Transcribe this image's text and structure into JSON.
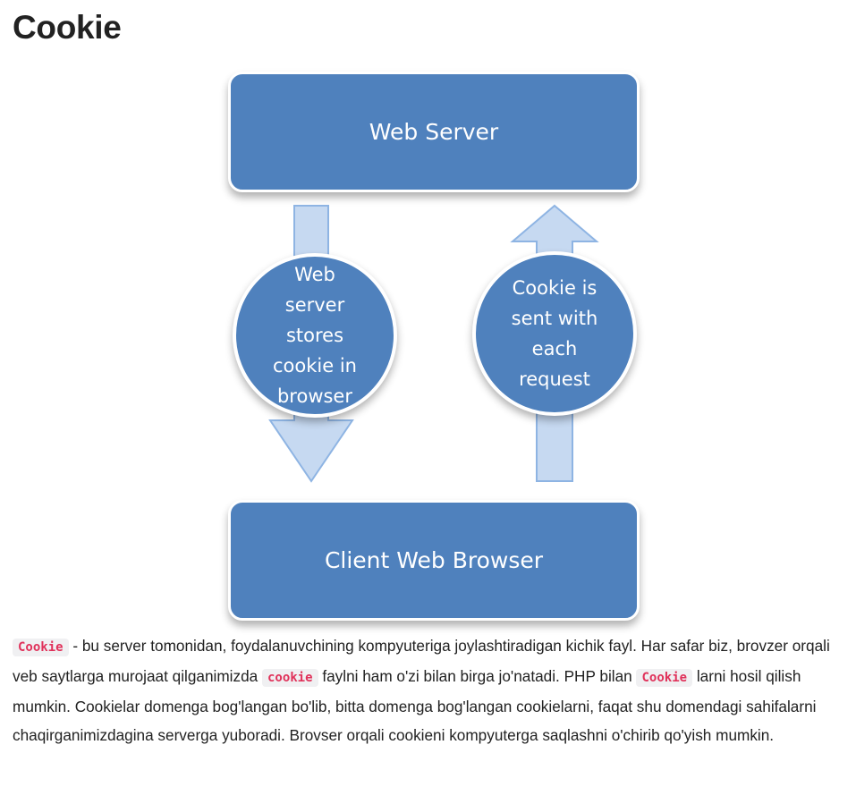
{
  "page": {
    "title": "Cookie"
  },
  "diagram": {
    "server_label": "Web Server",
    "client_label": "Client Web Browser",
    "left_circle_text": "Web\nserver\nstores\ncookie in\nbrowser",
    "right_circle_text": "Cookie is\nsent with\neach\nrequest",
    "colors": {
      "box": "#4f81bd",
      "arrow_fill": "#c6d9f1",
      "arrow_stroke": "#8eb4e3"
    }
  },
  "description": {
    "p1_code": "Cookie",
    "p1_text_a": " - bu server tomonidan, foydalanuvchining kompyuteriga joylashtiradigan kichik fayl. Har safar biz, brovzer orqali veb saytlarga murojaat qilganimizda ",
    "p1_code2": "cookie",
    "p1_text_b": " faylni ham o'zi bilan birga jo'natadi. PHP bilan ",
    "p1_code3": "Cookie",
    "p1_text_c": " larni hosil qilish mumkin. Cookielar domenga bog'langan bo'lib, bitta domenga bog'langan cookielarni, faqat shu domendagi sahifalarni chaqirganimizdagina serverga yuboradi. Brovser orqali cookieni kompyuterga saqlashni o'chirib qo'yish mumkin."
  }
}
